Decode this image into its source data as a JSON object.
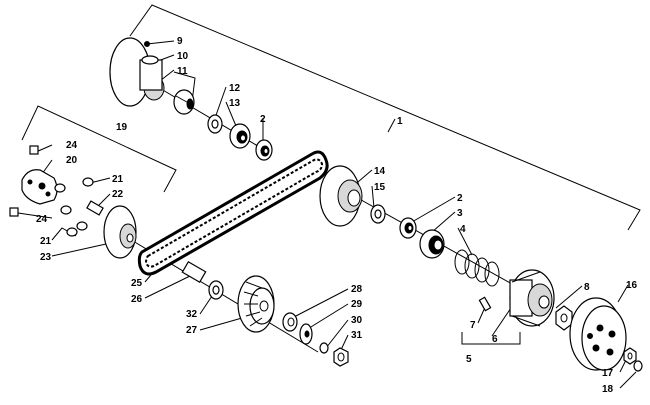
{
  "callouts": [
    {
      "id": "c1",
      "text": "1"
    },
    {
      "id": "c2a",
      "text": "2"
    },
    {
      "id": "c2b",
      "text": "2"
    },
    {
      "id": "c3",
      "text": "3"
    },
    {
      "id": "c4",
      "text": "4"
    },
    {
      "id": "c5",
      "text": "5"
    },
    {
      "id": "c6",
      "text": "6"
    },
    {
      "id": "c7",
      "text": "7"
    },
    {
      "id": "c8",
      "text": "8"
    },
    {
      "id": "c9",
      "text": "9"
    },
    {
      "id": "c10",
      "text": "10"
    },
    {
      "id": "c11",
      "text": "11"
    },
    {
      "id": "c12",
      "text": "12"
    },
    {
      "id": "c13",
      "text": "13"
    },
    {
      "id": "c14",
      "text": "14"
    },
    {
      "id": "c15",
      "text": "15"
    },
    {
      "id": "c16",
      "text": "16"
    },
    {
      "id": "c17",
      "text": "17"
    },
    {
      "id": "c18",
      "text": "18"
    },
    {
      "id": "c19",
      "text": "19"
    },
    {
      "id": "c20",
      "text": "20"
    },
    {
      "id": "c21a",
      "text": "21"
    },
    {
      "id": "c21b",
      "text": "21"
    },
    {
      "id": "c22",
      "text": "22"
    },
    {
      "id": "c23",
      "text": "23"
    },
    {
      "id": "c24a",
      "text": "24"
    },
    {
      "id": "c24b",
      "text": "24"
    },
    {
      "id": "c25",
      "text": "25"
    },
    {
      "id": "c26",
      "text": "26"
    },
    {
      "id": "c27",
      "text": "27"
    },
    {
      "id": "c28",
      "text": "28"
    },
    {
      "id": "c29",
      "text": "29"
    },
    {
      "id": "c30",
      "text": "30"
    },
    {
      "id": "c31",
      "text": "31"
    },
    {
      "id": "c32",
      "text": "32"
    }
  ]
}
